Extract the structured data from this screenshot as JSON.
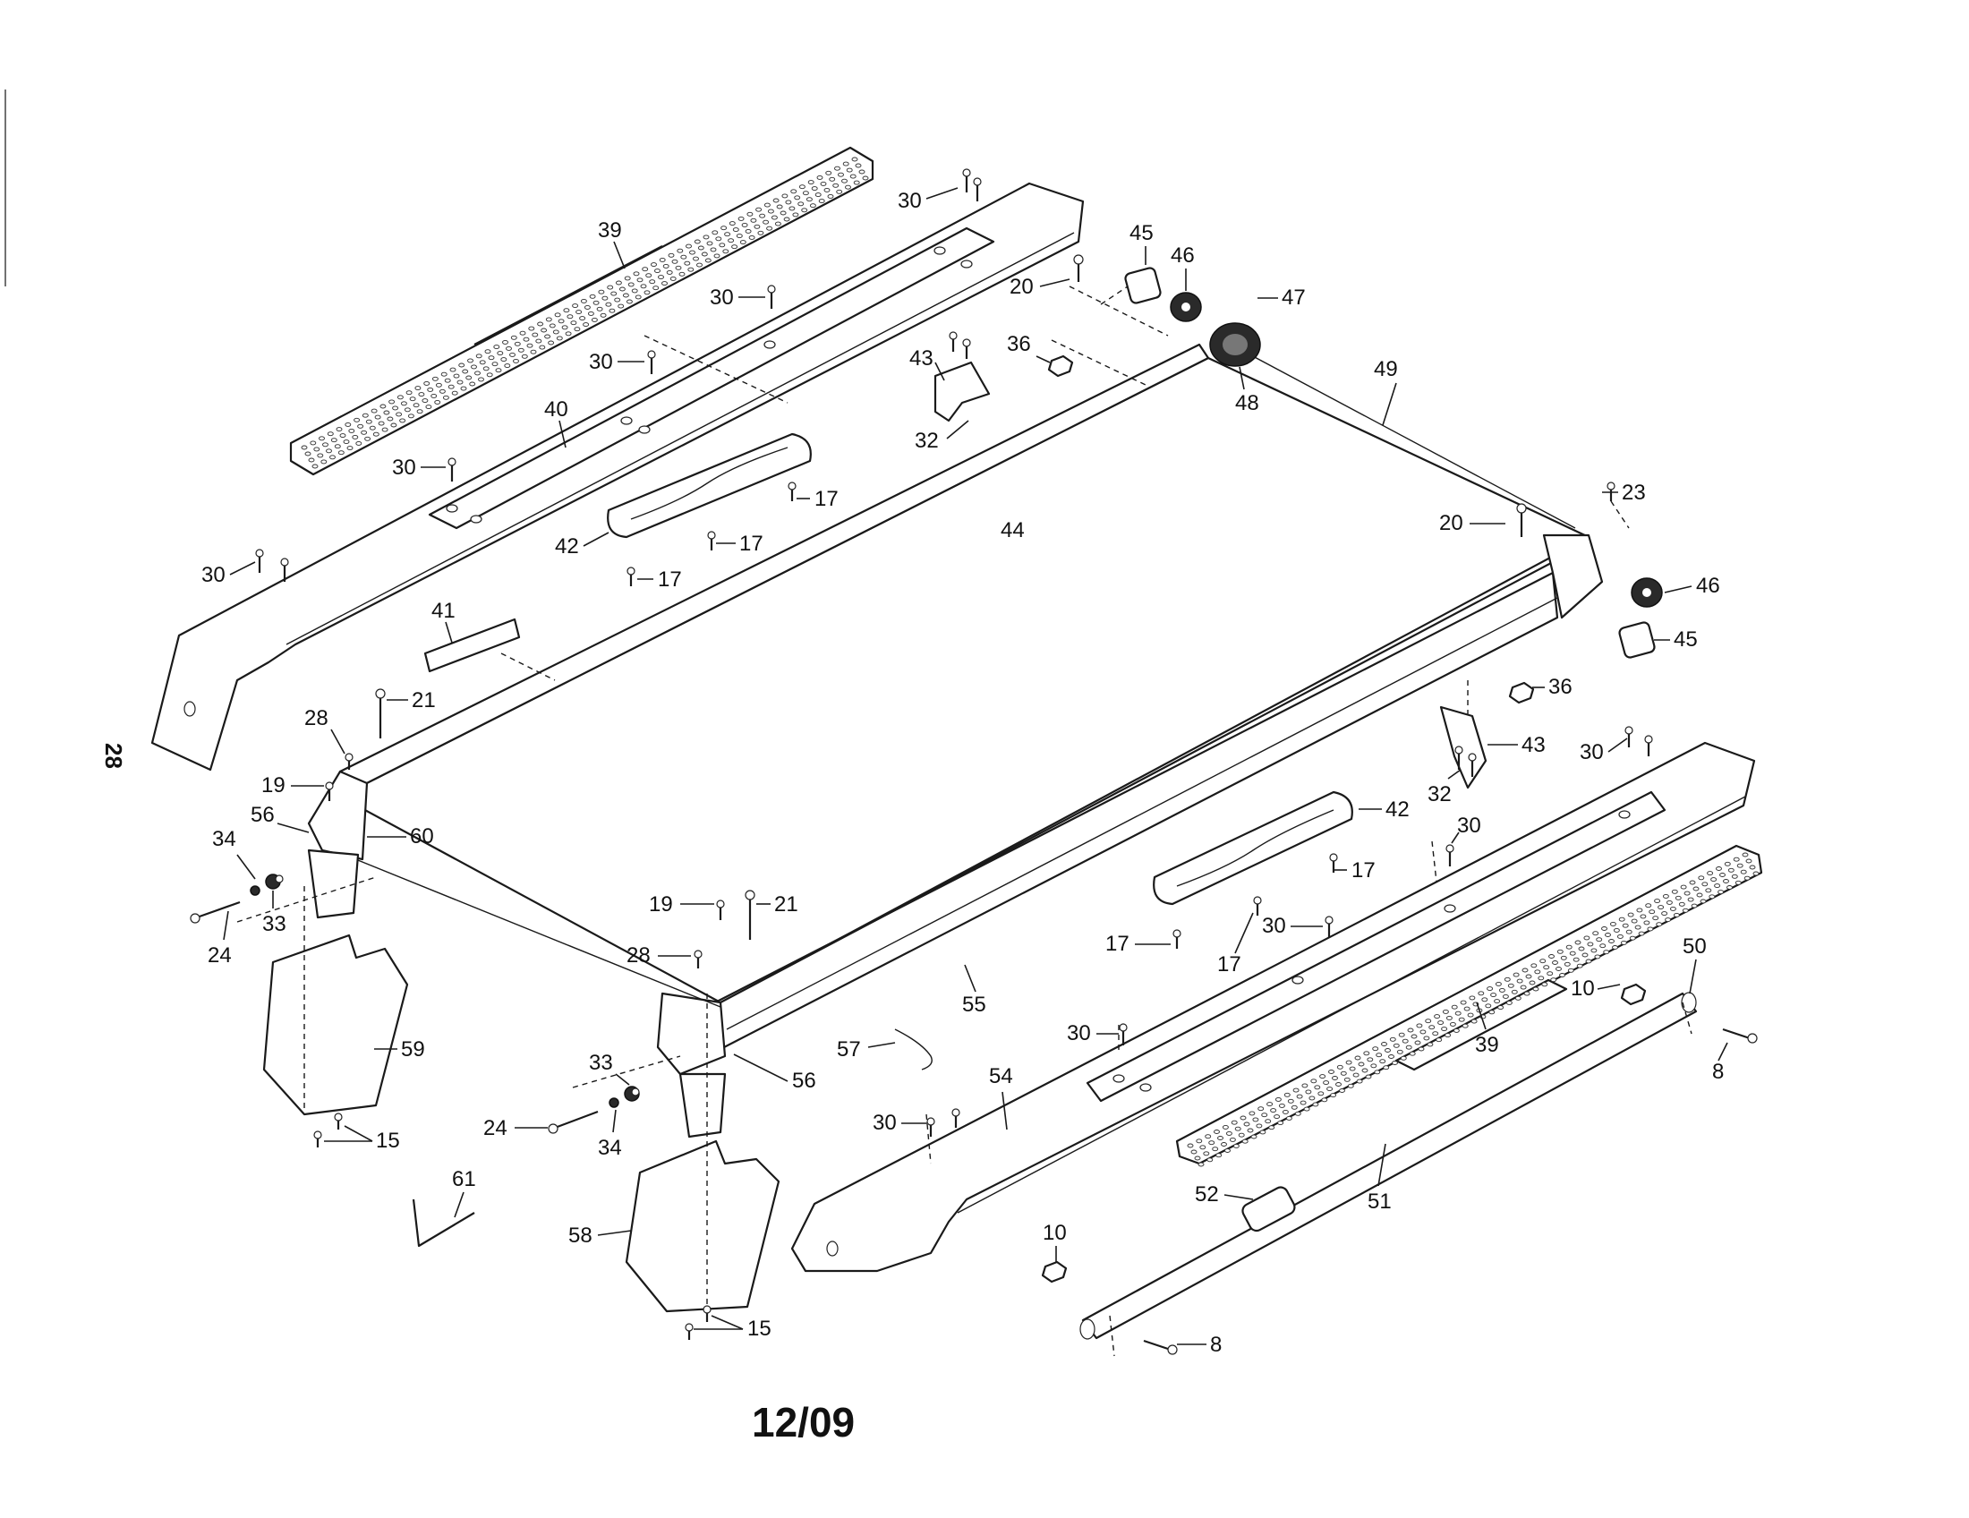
{
  "page_number": "28",
  "date_code": "12/09",
  "callouts": [
    {
      "label": "39"
    },
    {
      "label": "30"
    },
    {
      "label": "30"
    },
    {
      "label": "30"
    },
    {
      "label": "40"
    },
    {
      "label": "30"
    },
    {
      "label": "30"
    },
    {
      "label": "42"
    },
    {
      "label": "17"
    },
    {
      "label": "17"
    },
    {
      "label": "17"
    },
    {
      "label": "41"
    },
    {
      "label": "44"
    },
    {
      "label": "43"
    },
    {
      "label": "32"
    },
    {
      "label": "36"
    },
    {
      "label": "20"
    },
    {
      "label": "45"
    },
    {
      "label": "46"
    },
    {
      "label": "47"
    },
    {
      "label": "48"
    },
    {
      "label": "49"
    },
    {
      "label": "23"
    },
    {
      "label": "20"
    },
    {
      "label": "46"
    },
    {
      "label": "45"
    },
    {
      "label": "36"
    },
    {
      "label": "43"
    },
    {
      "label": "30"
    },
    {
      "label": "32"
    },
    {
      "label": "42"
    },
    {
      "label": "30"
    },
    {
      "label": "17"
    },
    {
      "label": "17"
    },
    {
      "label": "17"
    },
    {
      "label": "30"
    },
    {
      "label": "21"
    },
    {
      "label": "28"
    },
    {
      "label": "19"
    },
    {
      "label": "56"
    },
    {
      "label": "60"
    },
    {
      "label": "34"
    },
    {
      "label": "33"
    },
    {
      "label": "24"
    },
    {
      "label": "59"
    },
    {
      "label": "15"
    },
    {
      "label": "19"
    },
    {
      "label": "21"
    },
    {
      "label": "28"
    },
    {
      "label": "55"
    },
    {
      "label": "57"
    },
    {
      "label": "33"
    },
    {
      "label": "56"
    },
    {
      "label": "24"
    },
    {
      "label": "34"
    },
    {
      "label": "30"
    },
    {
      "label": "54"
    },
    {
      "label": "30"
    },
    {
      "label": "61"
    },
    {
      "label": "58"
    },
    {
      "label": "15"
    },
    {
      "label": "10"
    },
    {
      "label": "50"
    },
    {
      "label": "39"
    },
    {
      "label": "8"
    },
    {
      "label": "52"
    },
    {
      "label": "51"
    },
    {
      "label": "10"
    },
    {
      "label": "8"
    }
  ]
}
